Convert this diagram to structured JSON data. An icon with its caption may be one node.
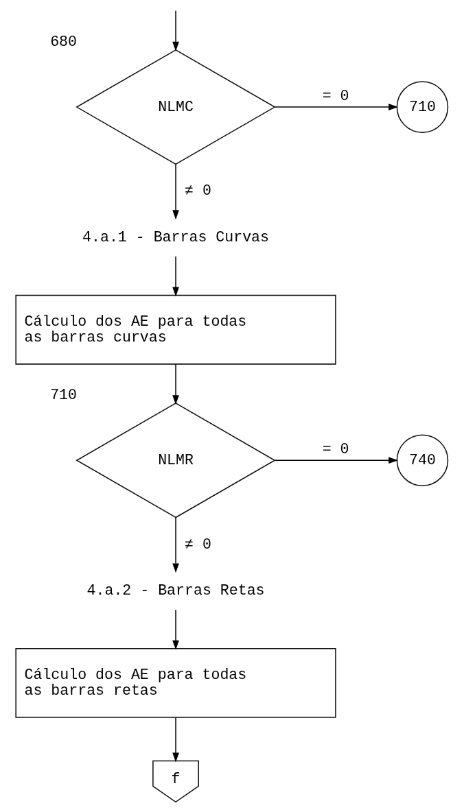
{
  "diagram": {
    "nodes": [
      {
        "text": [
          "NLMC"
        ],
        "beside": [
          "680"
        ]
      },
      {
        "text": [
          "710"
        ]
      },
      {
        "text": [
          "4.a.1 - Barras Curvas"
        ]
      },
      {
        "text": [
          "Cálculo dos AE para todas as barras curvas"
        ]
      },
      {
        "text": [
          "NLMR"
        ],
        "beside": [
          "710"
        ]
      },
      {
        "text": [
          "740"
        ]
      },
      {
        "text": [
          "4.a.2 - Barras Retas"
        ]
      },
      {
        "text": [
          "Cálculo dos AE para todas as barras retas"
        ]
      },
      {
        "text": [
          "f"
        ]
      }
    ],
    "edges": [
      {
        "from": null,
        "to": 0,
        "arrow": "to"
      },
      {
        "from": 0,
        "to": 1,
        "arrow": "to",
        "label": "= 0"
      },
      {
        "from": 0,
        "to": 2,
        "arrow": "to",
        "label": "≠ 0"
      },
      {
        "from": 2,
        "to": 3,
        "arrow": "to"
      },
      {
        "from": 3,
        "to": 4,
        "arrow": "to"
      },
      {
        "from": 4,
        "to": 5,
        "arrow": "to",
        "label": "= 0"
      },
      {
        "from": 4,
        "to": 6,
        "arrow": "to",
        "label": "≠ 0"
      },
      {
        "from": 6,
        "to": 7,
        "arrow": "to"
      },
      {
        "from": 7,
        "to": 8,
        "arrow": "to"
      }
    ]
  }
}
